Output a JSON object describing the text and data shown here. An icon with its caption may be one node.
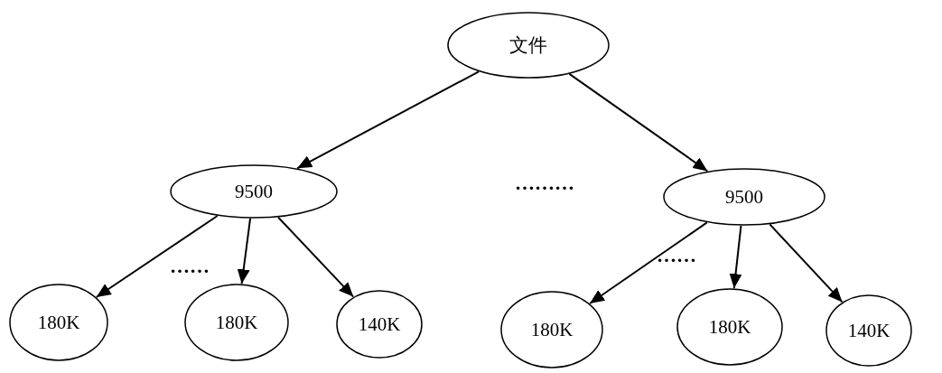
{
  "diagram": {
    "nodes": [
      {
        "text": [
          "文件"
        ]
      },
      {
        "text": [
          "9500"
        ]
      },
      {
        "text": [
          "9500"
        ]
      },
      {
        "text": [
          "180K"
        ]
      },
      {
        "text": [
          "180K"
        ]
      },
      {
        "text": [
          "140K"
        ]
      },
      {
        "text": [
          "180K"
        ]
      },
      {
        "text": [
          "180K"
        ]
      },
      {
        "text": [
          "140K"
        ]
      }
    ],
    "edges": [
      {
        "from": 0,
        "to": 1,
        "arrow": "to"
      },
      {
        "from": 0,
        "to": 2,
        "arrow": "to"
      },
      {
        "from": 1,
        "to": 3,
        "arrow": "to"
      },
      {
        "from": 1,
        "to": 4,
        "arrow": "to"
      },
      {
        "from": 1,
        "to": 5,
        "arrow": "to"
      },
      {
        "from": 2,
        "to": 6,
        "arrow": "to"
      },
      {
        "from": 2,
        "to": 7,
        "arrow": "to"
      },
      {
        "from": 2,
        "to": 8,
        "arrow": "to"
      }
    ],
    "labels": [
      "………",
      "……",
      "……"
    ]
  }
}
